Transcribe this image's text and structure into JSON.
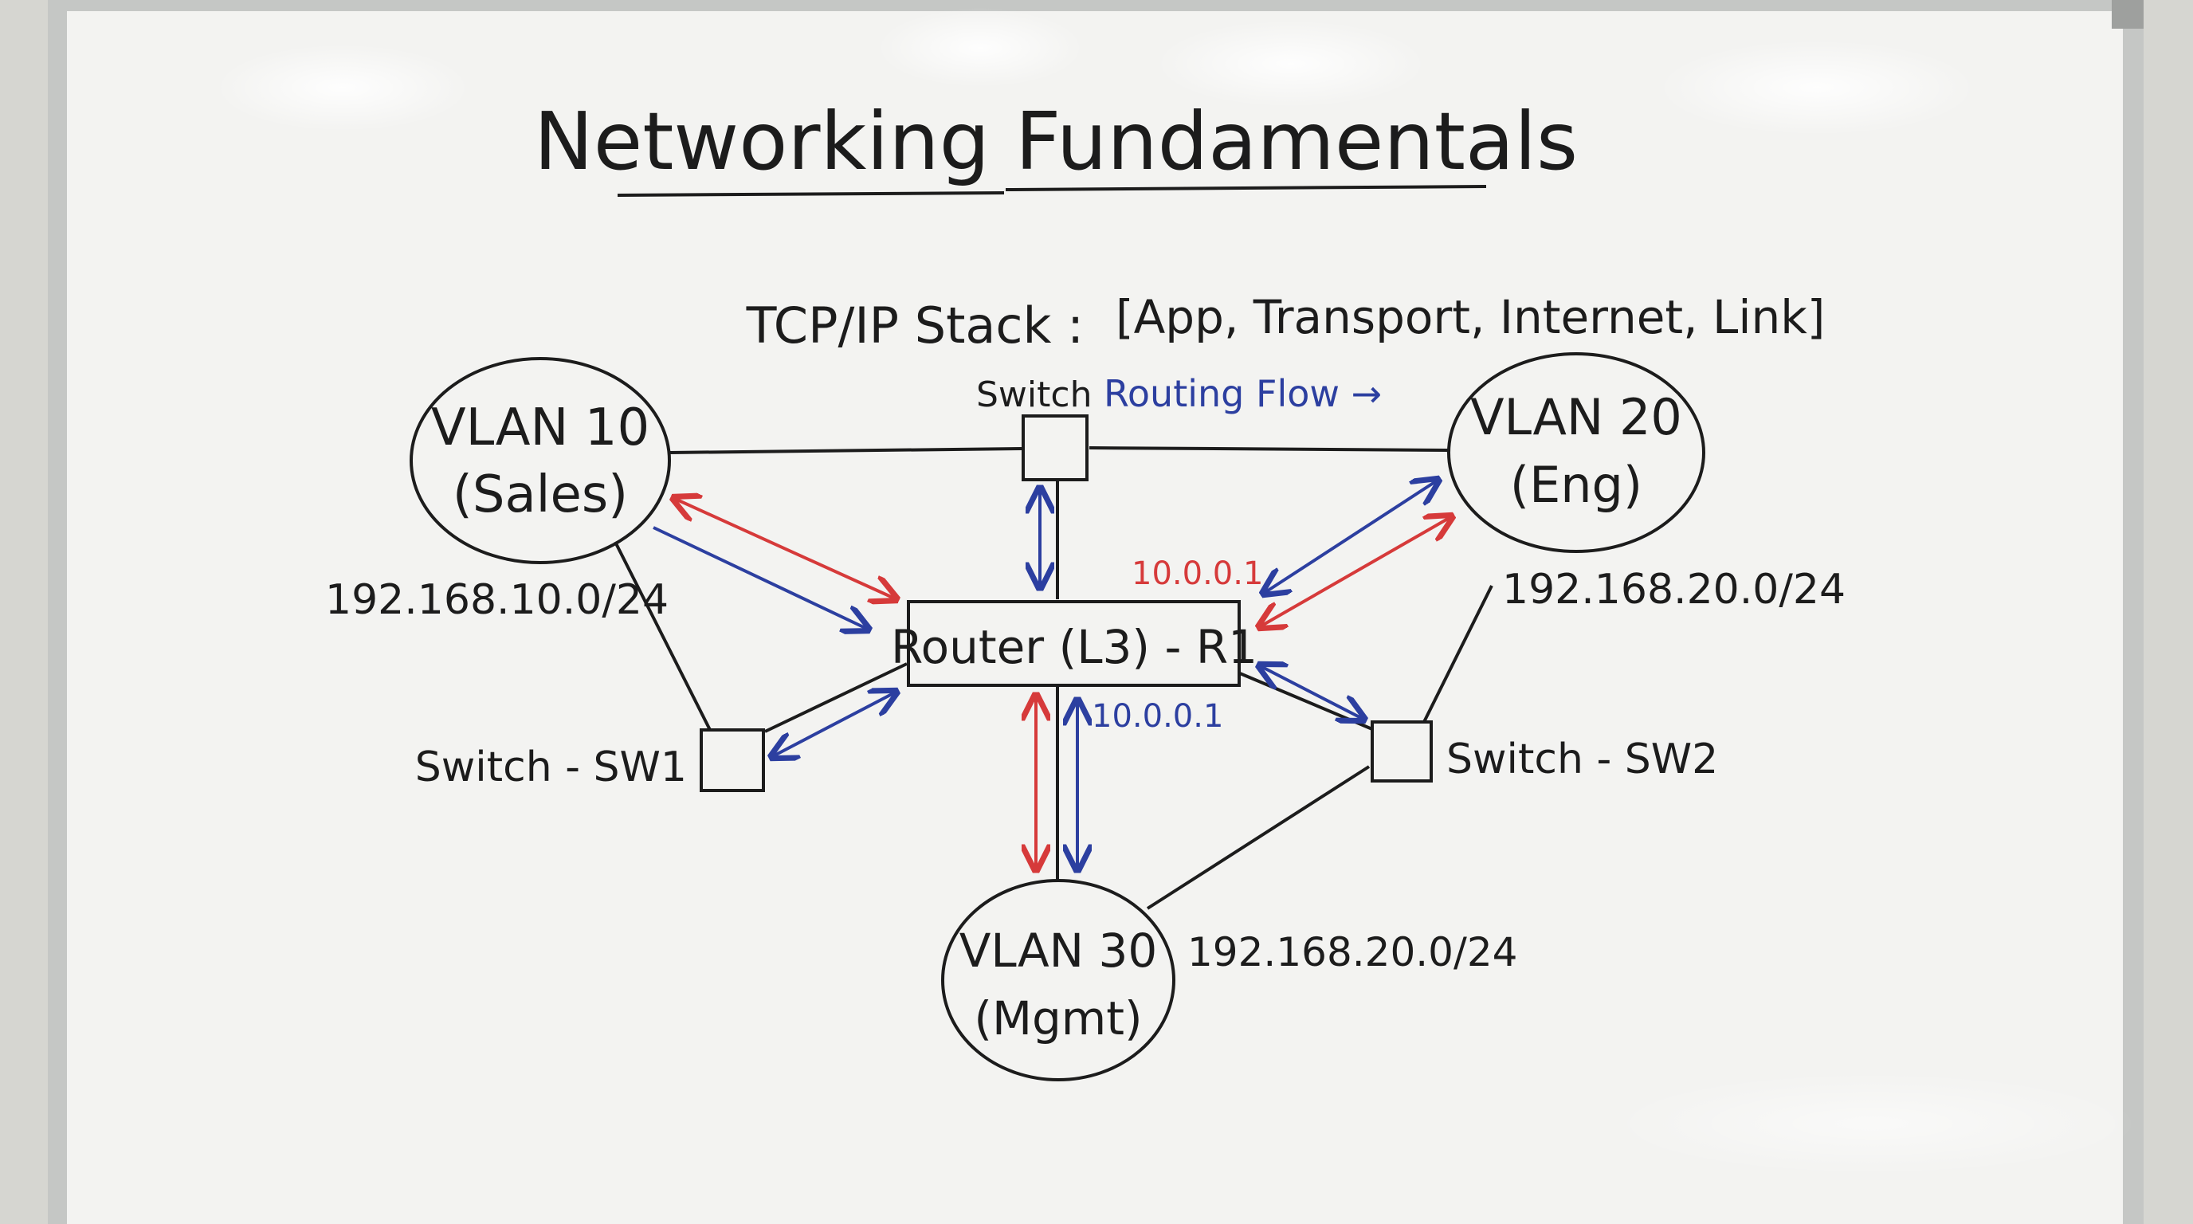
{
  "board": {
    "title": "Networking Fundamentals",
    "stack_label": "TCP/IP Stack :",
    "stack_layers": "[App, Transport, Internet, Link]",
    "legend": {
      "switch_label": "Switch",
      "routing_flow_label": "Routing Flow →"
    }
  },
  "colors": {
    "ink": "#1c1c1c",
    "red": "#d63a3a",
    "blue": "#2c3fa0",
    "board": "#f3f3f1",
    "frame": "#c2c4c2"
  },
  "nodes": {
    "vlan10": {
      "line1": "VLAN 10",
      "line2": "(Sales)",
      "subnet": "192.168.10.0/24"
    },
    "vlan20": {
      "line1": "VLAN 20",
      "line2": "(Eng)",
      "subnet": "192.168.20.0/24"
    },
    "vlan30": {
      "line1": "VLAN 30",
      "line2": "(Mgmt)",
      "subnet": "192.168.20.0/24"
    },
    "router": {
      "label": "Router (L3) - R1",
      "ip_red": "10.0.0.1",
      "ip_blue": "10.0.0.1"
    },
    "sw1": {
      "label": "Switch - SW1"
    },
    "sw2": {
      "label": "Switch - SW2"
    }
  }
}
